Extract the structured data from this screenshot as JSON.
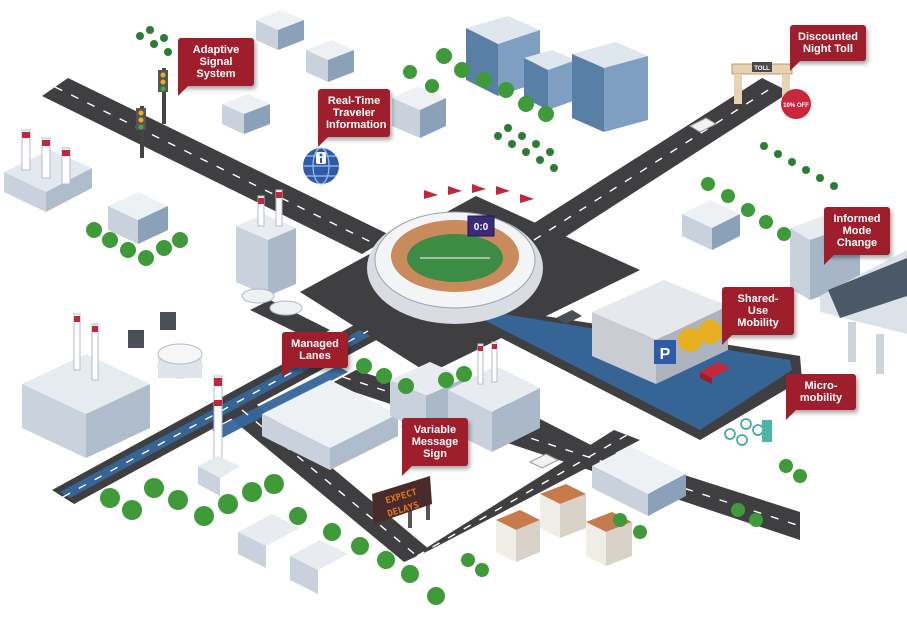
{
  "callouts": {
    "adaptive_signal": "Adaptive Signal System",
    "real_time_info": "Real-Time Traveler Information",
    "night_toll": "Discounted Night Toll",
    "informed_mode": "Informed Mode Change",
    "shared_use": "Shared-Use Mobility",
    "micromobility": "Micro-mobility",
    "managed_lanes": "Managed Lanes",
    "vms": "Variable Message Sign"
  },
  "signs": {
    "vms_line1": "EXPECT",
    "vms_line2": "DELAYS",
    "toll_booth": "TOLL",
    "toll_discount": "10% OFF",
    "scoreboard": "0:0",
    "parking": "P"
  },
  "colors": {
    "road": "#3f3f42",
    "managed_lane": "#35669a",
    "callout": "#9e1e2b",
    "field": "#3d8c45",
    "stadium_track": "#c98a5c",
    "tree": "#3f9a3a",
    "building": "#e8ecf1",
    "glass": "#5a7fa6",
    "roof_tile": "#c77a4a",
    "sign_panel": "#4a2a2a",
    "sign_led": "#e07a1e"
  }
}
